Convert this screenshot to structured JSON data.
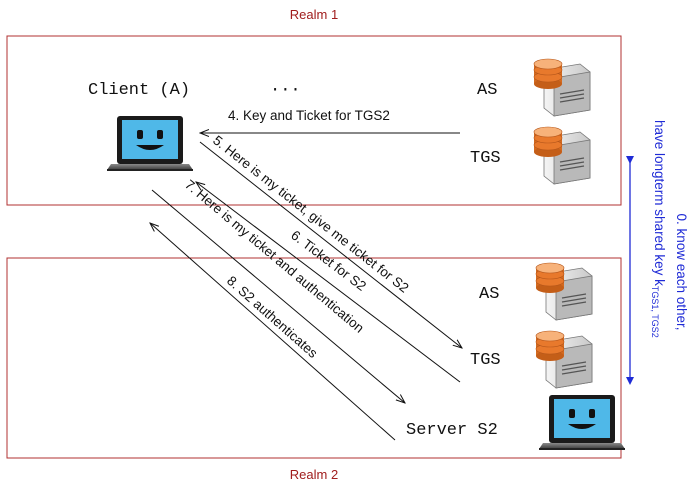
{
  "realm1": {
    "label": "Realm 1"
  },
  "realm2": {
    "label": "Realm 2"
  },
  "nodes": {
    "client": "Client (A)",
    "ellipsis": "···",
    "as1": "AS",
    "tgs1": "TGS",
    "as2": "AS",
    "tgs2": "TGS",
    "server": "Server S2"
  },
  "messages": {
    "m4": "4. Key and Ticket for TGS2",
    "m5": "5. Here is my ticket, give me ticket for S2",
    "m6": "6. Ticket for S2",
    "m7": "7. Here is my ticket and authentication",
    "m8": "8. S2 authenticates"
  },
  "side_note": {
    "line1": "0. know each other,",
    "line2": "have longterm shared key k",
    "subscript": "TGS1, TGS2"
  },
  "colors": {
    "realm_border": "#b03030",
    "side_note": "#1f2bd6",
    "laptop_screen": "#4fb8e8",
    "db_orange": "#e8792c"
  }
}
